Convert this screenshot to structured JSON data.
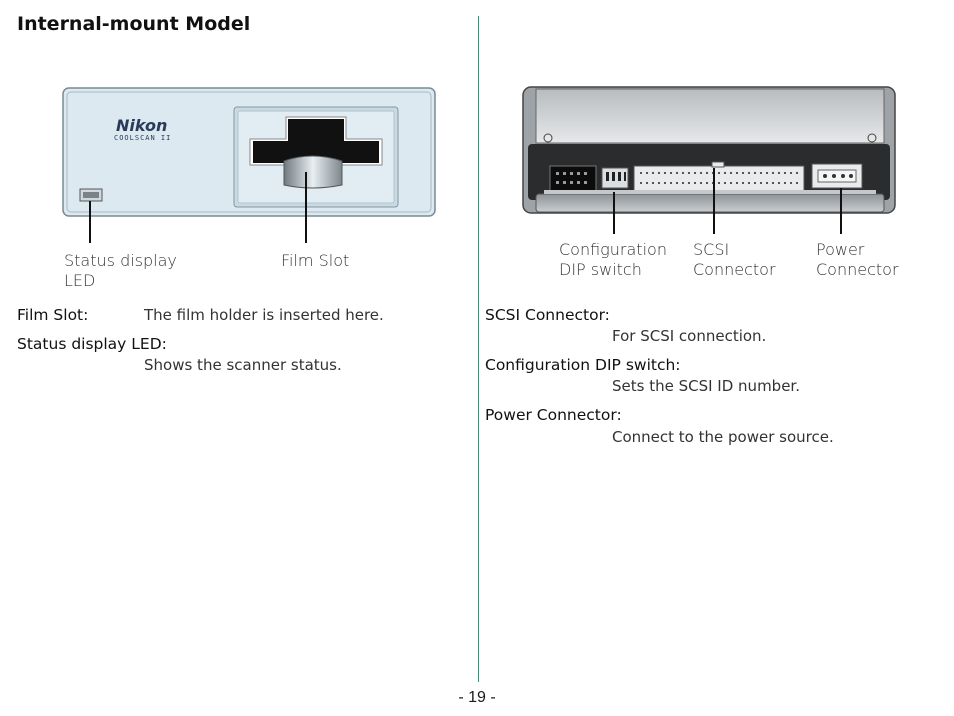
{
  "page": {
    "title": "Internal-mount Model",
    "page_number": "- 19 -"
  },
  "front": {
    "brand": "Nikon",
    "model": "COOLSCAN II",
    "callouts": {
      "status_led_line1": "Status display",
      "status_led_line2": "LED",
      "film_slot": "Film Slot"
    },
    "definitions": [
      {
        "term": "Film Slot:",
        "desc": "The film holder is inserted here."
      },
      {
        "term": "Status display LED:",
        "desc": "Shows the scanner status."
      }
    ]
  },
  "rear": {
    "callouts": {
      "dip_line1": "Configuration",
      "dip_line2": "DIP switch",
      "scsi_line1": "SCSI",
      "scsi_line2": "Connector",
      "power_line1": "Power",
      "power_line2": "Connector"
    },
    "definitions": [
      {
        "term": "SCSI Connector:",
        "desc": "For SCSI connection."
      },
      {
        "term": "Configuration DIP switch:",
        "desc": "Sets the SCSI ID number."
      },
      {
        "term": "Power Connector:",
        "desc": "Connect to the power source."
      }
    ]
  },
  "colors": {
    "divider": "#1aa36a",
    "panel": "#dde9f1"
  }
}
